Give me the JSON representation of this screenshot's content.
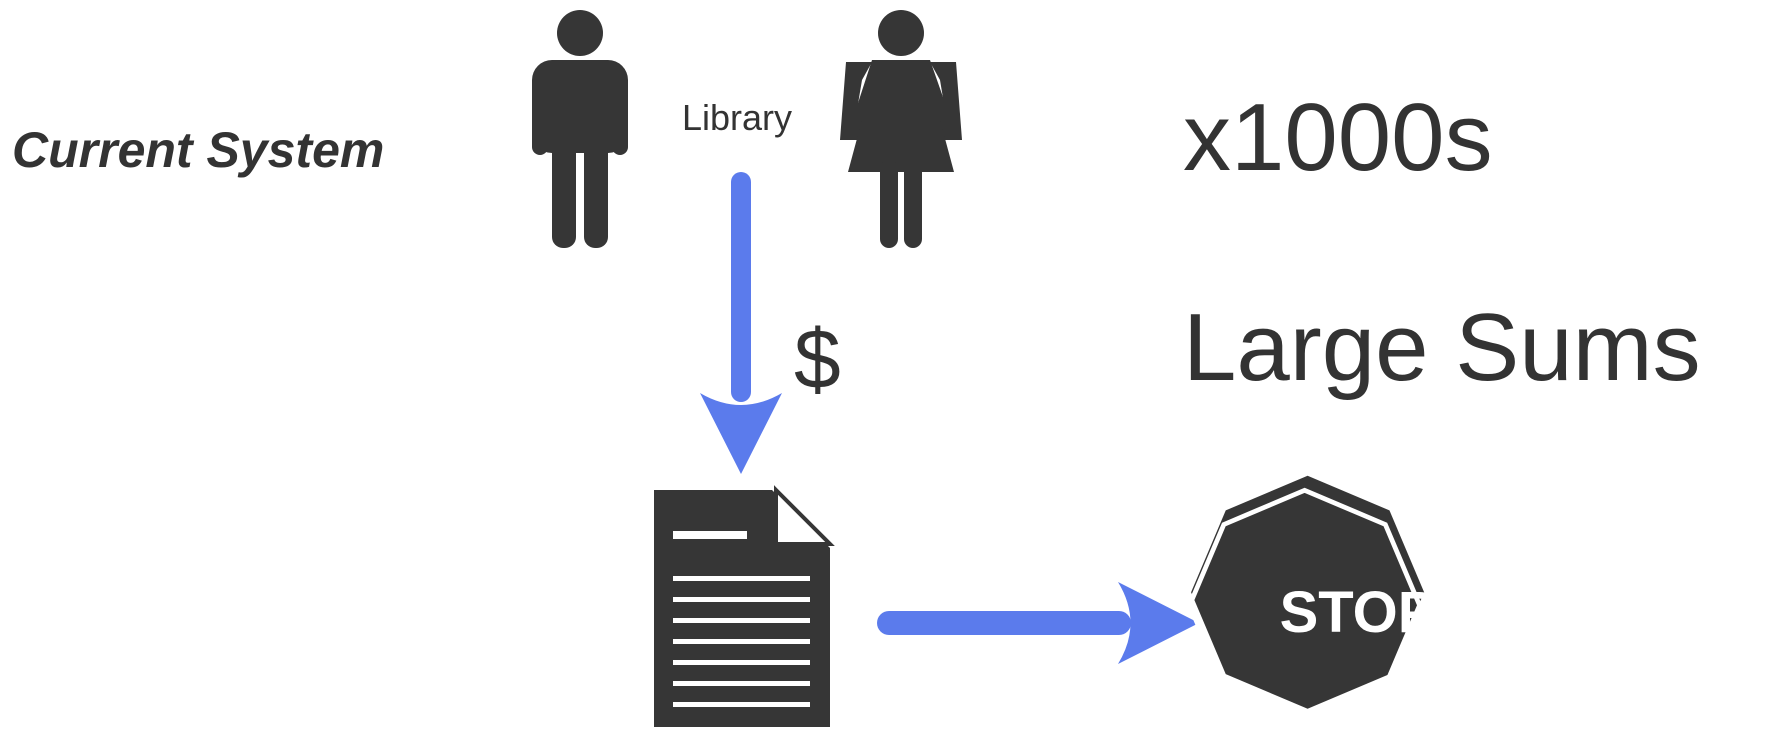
{
  "diagram": {
    "title": "Current System",
    "library_label": "Library",
    "money_label": "$",
    "multiplier_label": "x1000s",
    "amount_label": "Large Sums",
    "stop_label": "STOP"
  },
  "icons": {
    "man": "man-icon",
    "woman": "woman-icon",
    "document": "document-icon",
    "stop_sign": "stop-sign-icon"
  },
  "colors": {
    "arrow": "#5b7bec",
    "icon": "#363636",
    "text": "#333333"
  }
}
